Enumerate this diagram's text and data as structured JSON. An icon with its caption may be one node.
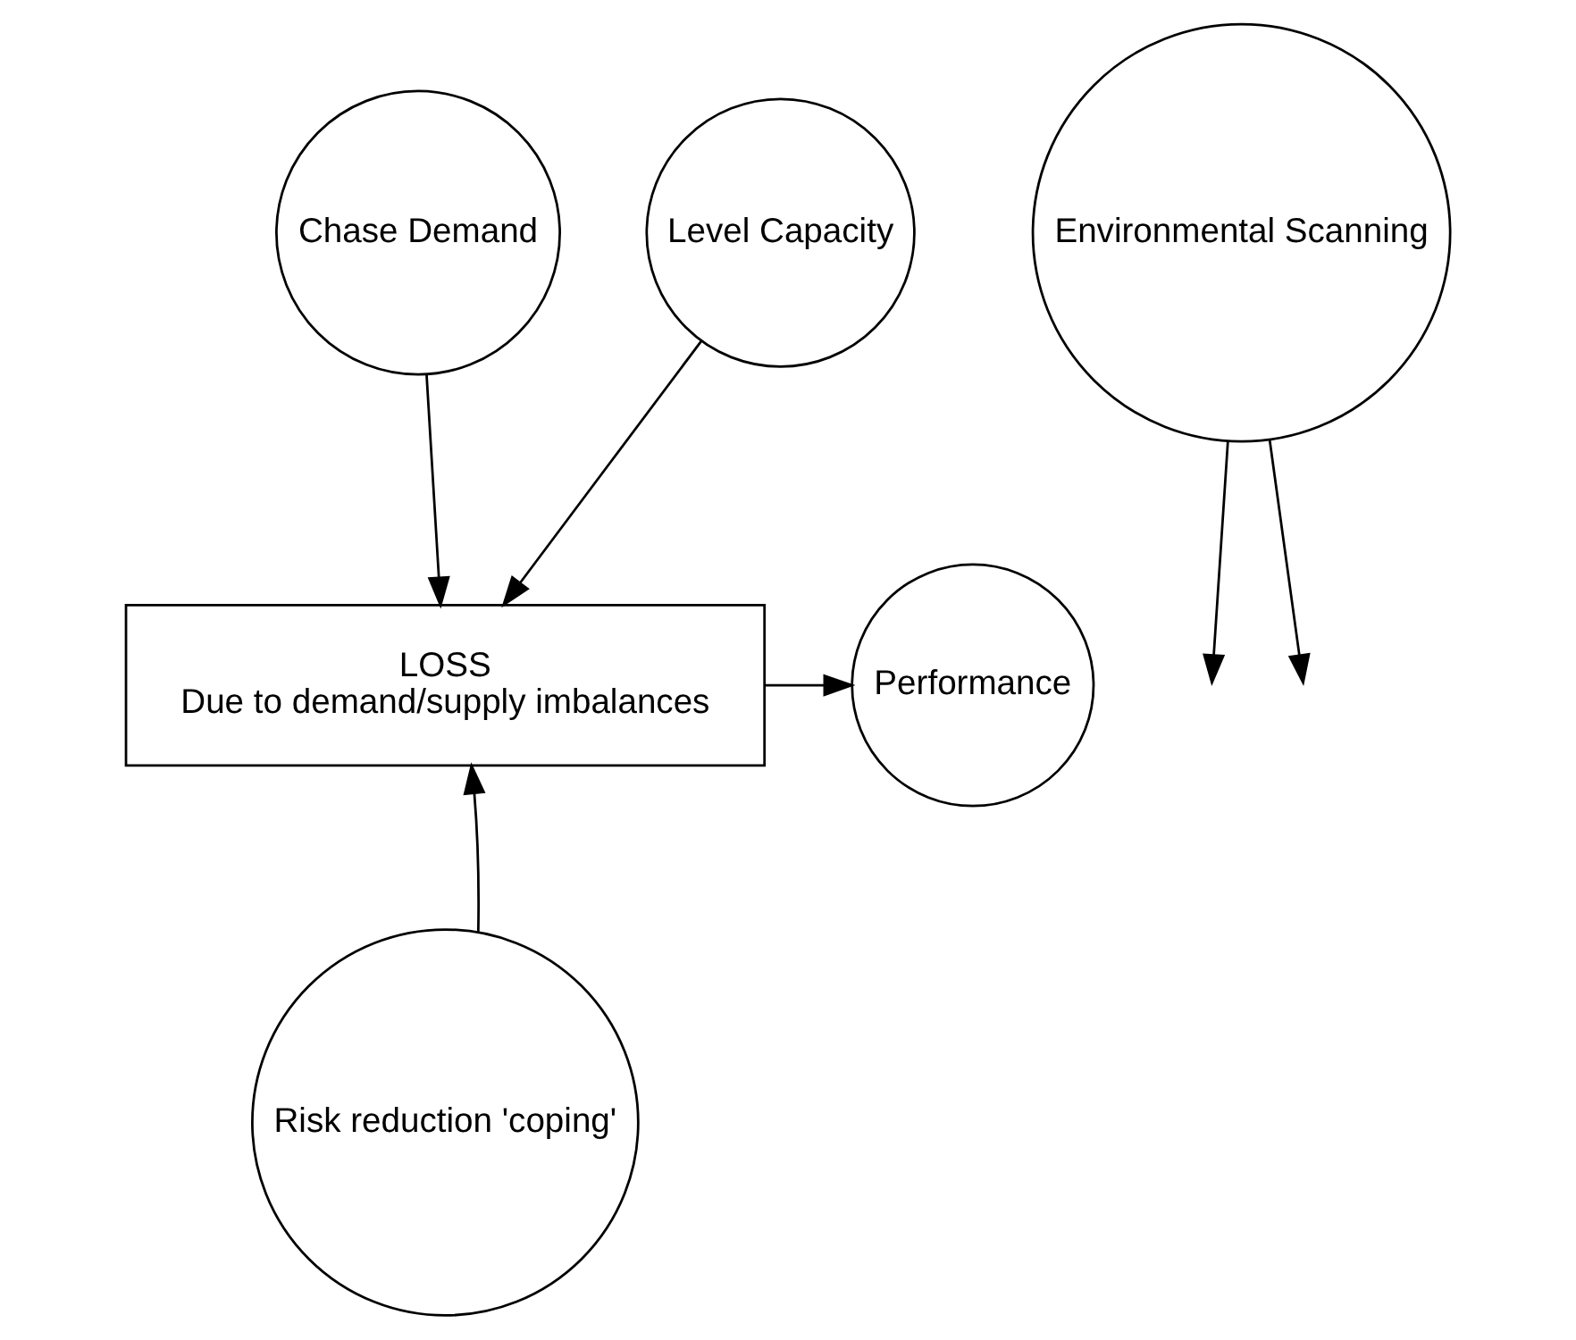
{
  "diagram": {
    "nodes": [
      {
        "text": [
          "Chase Demand"
        ]
      },
      {
        "text": [
          "Environmental Scanning"
        ]
      },
      {
        "text": [
          "Level Capacity"
        ]
      },
      {
        "text": [
          "LOSS",
          "Due to demand/supply imbalances"
        ]
      },
      {
        "text": [
          "Performance"
        ]
      },
      {
        "text": [
          "Risk reduction 'coping'"
        ]
      }
    ],
    "edges": [
      {
        "from": 0,
        "to": 3,
        "arrow": "to"
      },
      {
        "from": 1,
        "to": null,
        "arrow": "to"
      },
      {
        "from": 1,
        "to": null,
        "arrow": "to"
      },
      {
        "from": 2,
        "to": 3,
        "arrow": "to"
      },
      {
        "from": 3,
        "to": 4,
        "arrow": "to"
      },
      {
        "from": 5,
        "to": 3,
        "arrow": "to"
      }
    ]
  }
}
